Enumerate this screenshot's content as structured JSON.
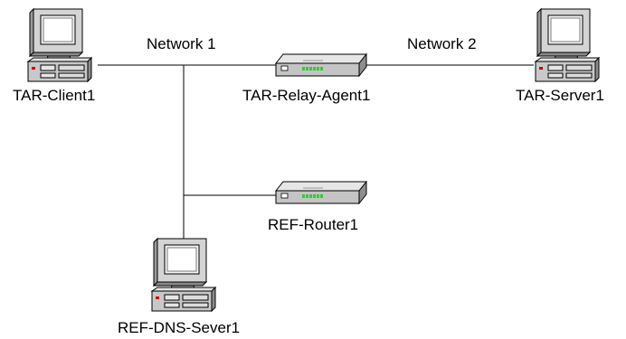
{
  "networks": {
    "network1": {
      "label": "Network 1"
    },
    "network2": {
      "label": "Network 2"
    }
  },
  "nodes": {
    "client": {
      "label": "TAR-Client1",
      "kind": "computer-icon"
    },
    "relay": {
      "label": "TAR-Relay-Agent1",
      "kind": "router-icon"
    },
    "server": {
      "label": "TAR-Server1",
      "kind": "computer-icon"
    },
    "router": {
      "label": "REF-Router1",
      "kind": "router-icon"
    },
    "dns": {
      "label": "REF-DNS-Sever1",
      "kind": "computer-icon"
    }
  },
  "colors": {
    "wire": "#000000",
    "router_leds": "#33cc33",
    "computer_led": "#cc0000"
  }
}
